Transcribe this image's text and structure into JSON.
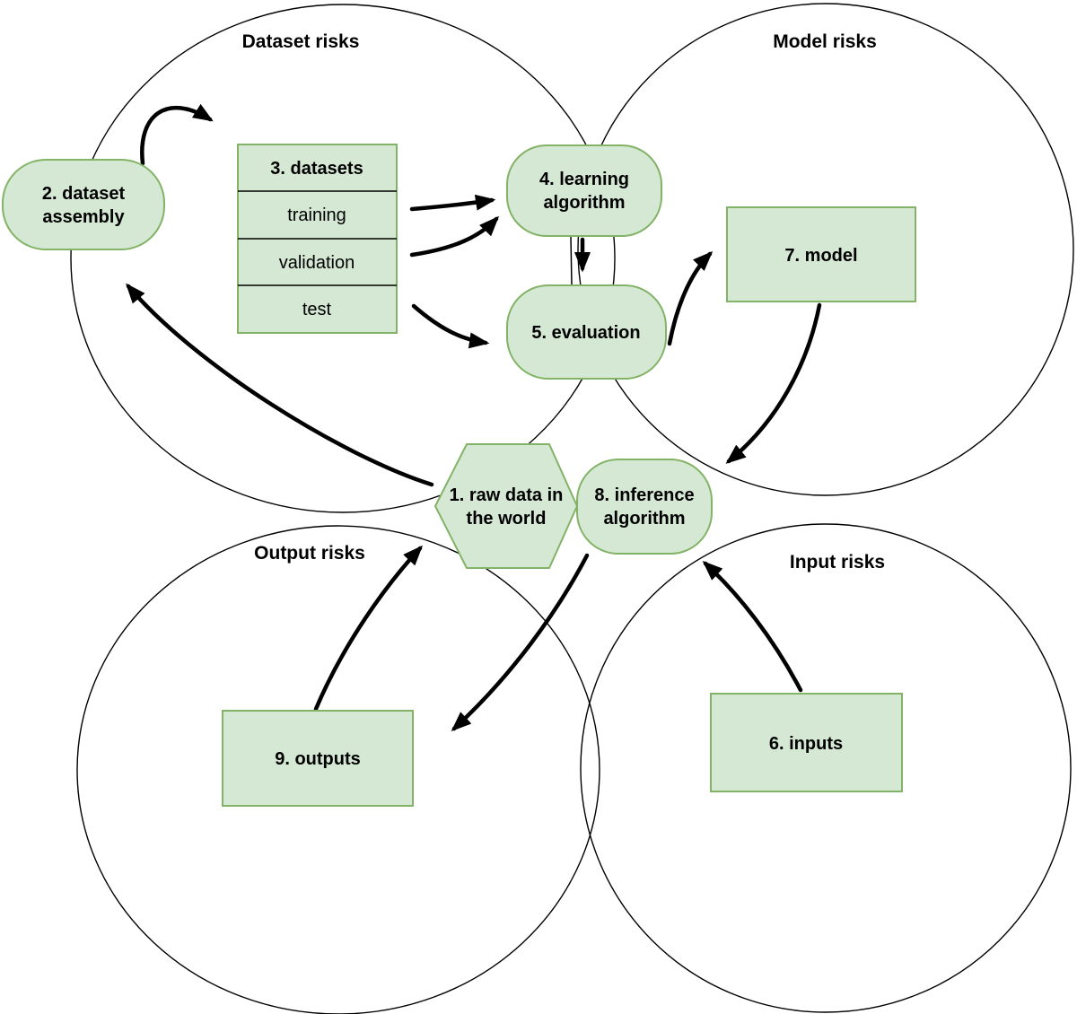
{
  "diagram": {
    "regions": {
      "dataset": {
        "label": "Dataset risks"
      },
      "model": {
        "label": "Model risks"
      },
      "output": {
        "label": "Output risks"
      },
      "input": {
        "label": "Input risks"
      }
    },
    "nodes": {
      "raw_data": {
        "line1": "1. raw data in",
        "line2": "the world"
      },
      "dataset_assembly": {
        "line1": "2. dataset",
        "line2": "assembly"
      },
      "datasets": {
        "header": "3. datasets",
        "rows": [
          "training",
          "validation",
          "test"
        ]
      },
      "learning": {
        "line1": "4. learning",
        "line2": "algorithm"
      },
      "evaluation": {
        "label": "5. evaluation"
      },
      "inputs": {
        "label": "6. inputs"
      },
      "model": {
        "label": "7. model"
      },
      "inference": {
        "line1": "8. inference",
        "line2": "algorithm"
      },
      "outputs": {
        "label": "9. outputs"
      }
    },
    "colors": {
      "node_fill": "#d5e8d4",
      "node_stroke": "#82b366",
      "line": "#000000",
      "background": "#ffffff"
    }
  }
}
